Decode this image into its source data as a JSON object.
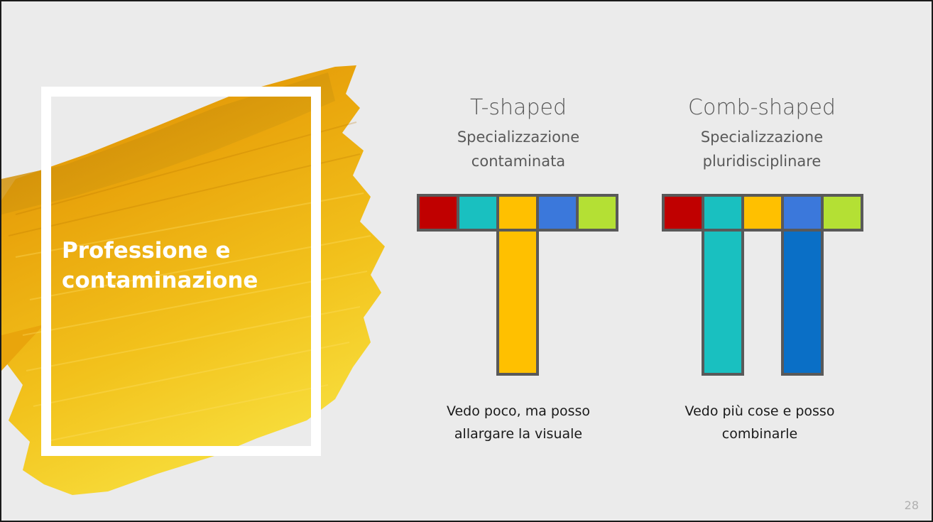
{
  "slide": {
    "title": "Professione e contaminazione",
    "page_number": "28"
  },
  "colors": {
    "red": "#c00000",
    "teal": "#19c0c0",
    "orange": "#ffc000",
    "blue": "#3b78db",
    "lime": "#b4e034",
    "dark_blue": "#0a6fc6",
    "border": "#595959",
    "brush_gold": "#e8a80e"
  },
  "t_shaped": {
    "title": "T-shaped",
    "subtitle_line1": "Specializzazione",
    "subtitle_line2": "contaminata",
    "caption_line1": "Vedo poco, ma posso",
    "caption_line2": "allargare la visuale",
    "top_blocks": [
      "red",
      "teal",
      "orange",
      "blue",
      "lime"
    ],
    "vertical_bars": [
      "orange"
    ]
  },
  "comb_shaped": {
    "title": "Comb-shaped",
    "subtitle_line1": "Specializzazione",
    "subtitle_line2": "pluridisciplinare",
    "caption_line1": "Vedo più cose e posso",
    "caption_line2": "combinarle",
    "top_blocks": [
      "red",
      "teal",
      "orange",
      "blue",
      "lime"
    ],
    "vertical_bars": [
      "teal",
      "dark_blue"
    ]
  }
}
